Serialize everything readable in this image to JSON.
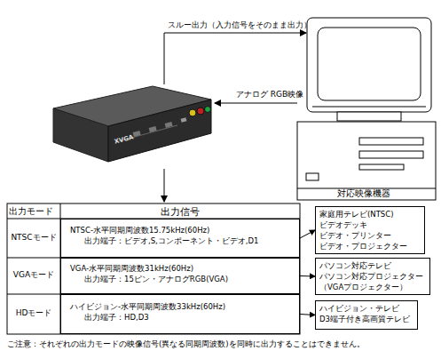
{
  "diagram": {
    "nodes": [
      {
        "text": [
          "NTSC-水平同期周波数15.75kHz(60Hz)",
          "出力端子：ビデオ,S,コンポーネント・ビデオ,D1"
        ]
      },
      {
        "text": [
          "VGA-水平同期周波数31kHz(60Hz)",
          "出力端子：15ピン・アナログRGB(VGA)"
        ]
      },
      {
        "text": [
          "ハイビジョン-水平同期周波数33kHz(60Hz)",
          "出力端子：HD,D3"
        ]
      },
      {
        "text": [
          "家庭用テレビ(NTSC)",
          "ビデオデッキ",
          "ビデオ・プリンター",
          "ビデオ・プロジェクター"
        ]
      },
      {
        "text": [
          "パソコン対応テレビ",
          "パソコン対応プロジェクター",
          "（VGAプロジェクター）"
        ]
      },
      {
        "text": [
          "ハイビジョン・テレビ",
          "D3端子付き高画質テレビ"
        ]
      }
    ],
    "edges": [
      {
        "from": 0,
        "to": 3,
        "arrow": "to"
      },
      {
        "from": 1,
        "to": 4,
        "arrow": "to"
      },
      {
        "from": 2,
        "to": 5,
        "arrow": "to"
      }
    ],
    "labels": [
      "スルー出力（入力信号をそのまま出力）",
      "アナログ RGB映像",
      "XVGA",
      "出力モード",
      "出力信号",
      "NTSCモード",
      "VGAモード",
      "HDモード",
      "対応映像機器",
      "ご注意：それぞれの出力モードの映像信号(異なる同期周波数)を同時に出力することはできません。"
    ]
  }
}
